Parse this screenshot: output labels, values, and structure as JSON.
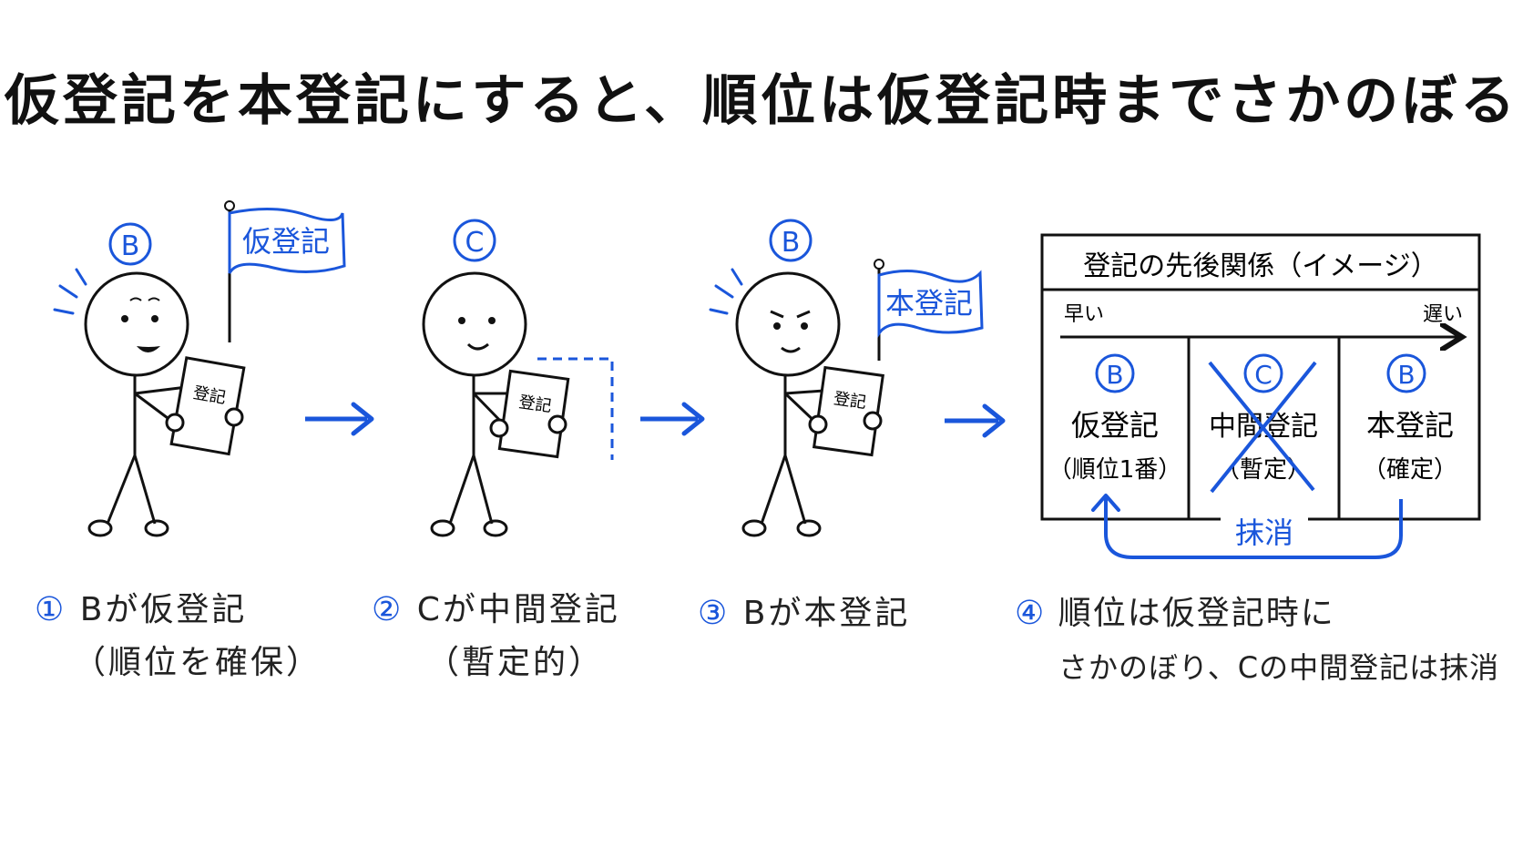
{
  "title": "仮登記を本登記にすると、順位は仮登記時までさかのぼる",
  "colors": {
    "accent": "#1a56db",
    "ink": "#111111"
  },
  "step1": {
    "person": "B",
    "flag": "仮登記",
    "doc": "登記"
  },
  "step2": {
    "person": "C",
    "doc": "登記"
  },
  "step3": {
    "person": "B",
    "flag": "本登記",
    "doc": "登記"
  },
  "panel": {
    "title": "登記の先後関係（イメージ）",
    "early": "早い",
    "late": "遅い",
    "columns": [
      {
        "person": "B",
        "label": "仮登記",
        "sub": "（順位1番）"
      },
      {
        "person": "C",
        "label": "中間登記",
        "sub": "（暫定）"
      },
      {
        "person": "B",
        "label": "本登記",
        "sub": "（確定）"
      }
    ],
    "delete_label": "抹消"
  },
  "captions": [
    {
      "num": "①",
      "line1": "Bが仮登記",
      "line2": "（順位を確保）"
    },
    {
      "num": "②",
      "line1": "Cが中間登記",
      "line2": "（暫定的）"
    },
    {
      "num": "③",
      "line1": "Bが本登記",
      "line2": ""
    },
    {
      "num": "④",
      "line1": "順位は仮登記時に",
      "line2": "さかのぼり、Cの中間登記は抹消"
    }
  ]
}
